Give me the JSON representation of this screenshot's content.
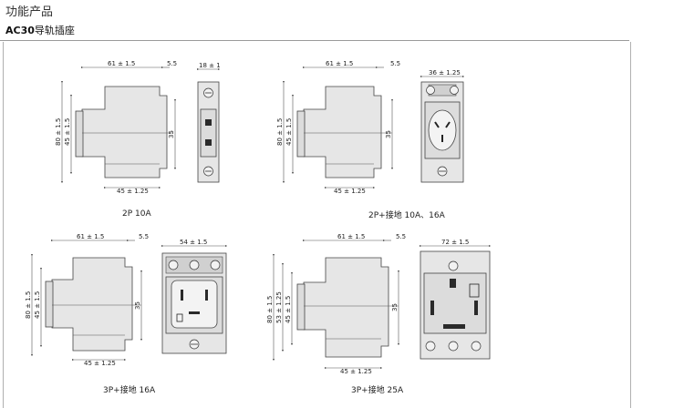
{
  "header": {
    "title": "功能产品",
    "subtitle_bold": "AC30",
    "subtitle_rest": "导轨插座"
  },
  "variants": [
    {
      "caption": "2P    10A",
      "dims": {
        "top": "61 ± 1.5",
        "top_small": "5.5",
        "left_outer": "80 ± 1.5",
        "left_inner": "45 ± 1.5",
        "right": "35",
        "bottom": "45 ± 1.25",
        "front_width": "18 ± 1"
      }
    },
    {
      "caption": "2P+接地    10A、16A",
      "dims": {
        "top": "61 ± 1.5",
        "top_small": "5.5",
        "left_outer": "80 ± 1.5",
        "left_inner": "45 ± 1.5",
        "right": "35",
        "bottom": "45 ± 1.25",
        "front_width": "36 ± 1.25"
      }
    },
    {
      "caption": "3P+接地    16A",
      "dims": {
        "top": "61 ± 1.5",
        "top_small": "5.5",
        "left_outer": "80 ± 1.5",
        "left_inner": "45 ± 1.5",
        "right": "35",
        "bottom": "45 ± 1.25",
        "front_width": "54 ± 1.5"
      }
    },
    {
      "caption": "3P+接地    25A",
      "dims": {
        "top": "61 ± 1.5",
        "top_small": "5.5",
        "left_outer": "80 ± 1.5",
        "left_mid": "53 ± 1.25",
        "left_inner": "45 ± 1.5",
        "right": "35",
        "bottom": "45 ± 1.25",
        "front_width": "72 ± 1.5"
      }
    }
  ]
}
